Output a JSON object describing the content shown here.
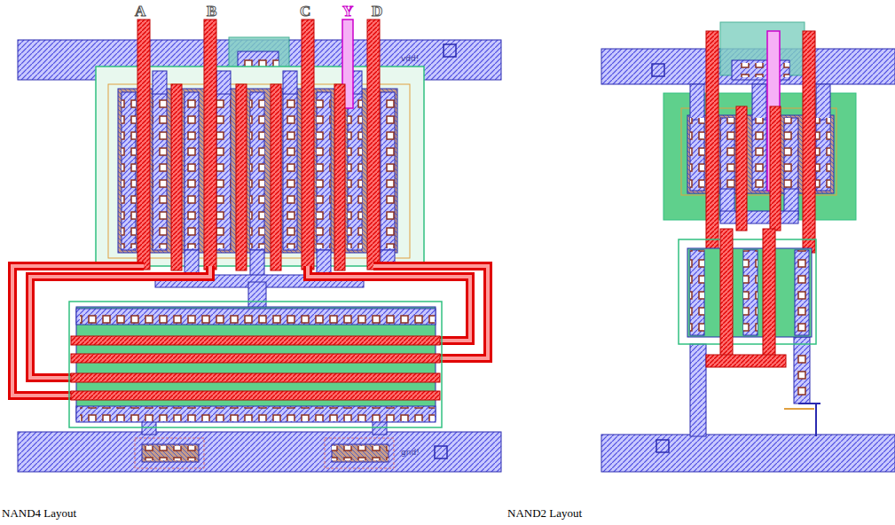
{
  "diagram": {
    "labels": [
      "A",
      "B",
      "C",
      "Y",
      "D",
      "vdd!",
      "gnd!",
      "NAND4 Layout",
      "NAND2 Layout"
    ]
  }
}
